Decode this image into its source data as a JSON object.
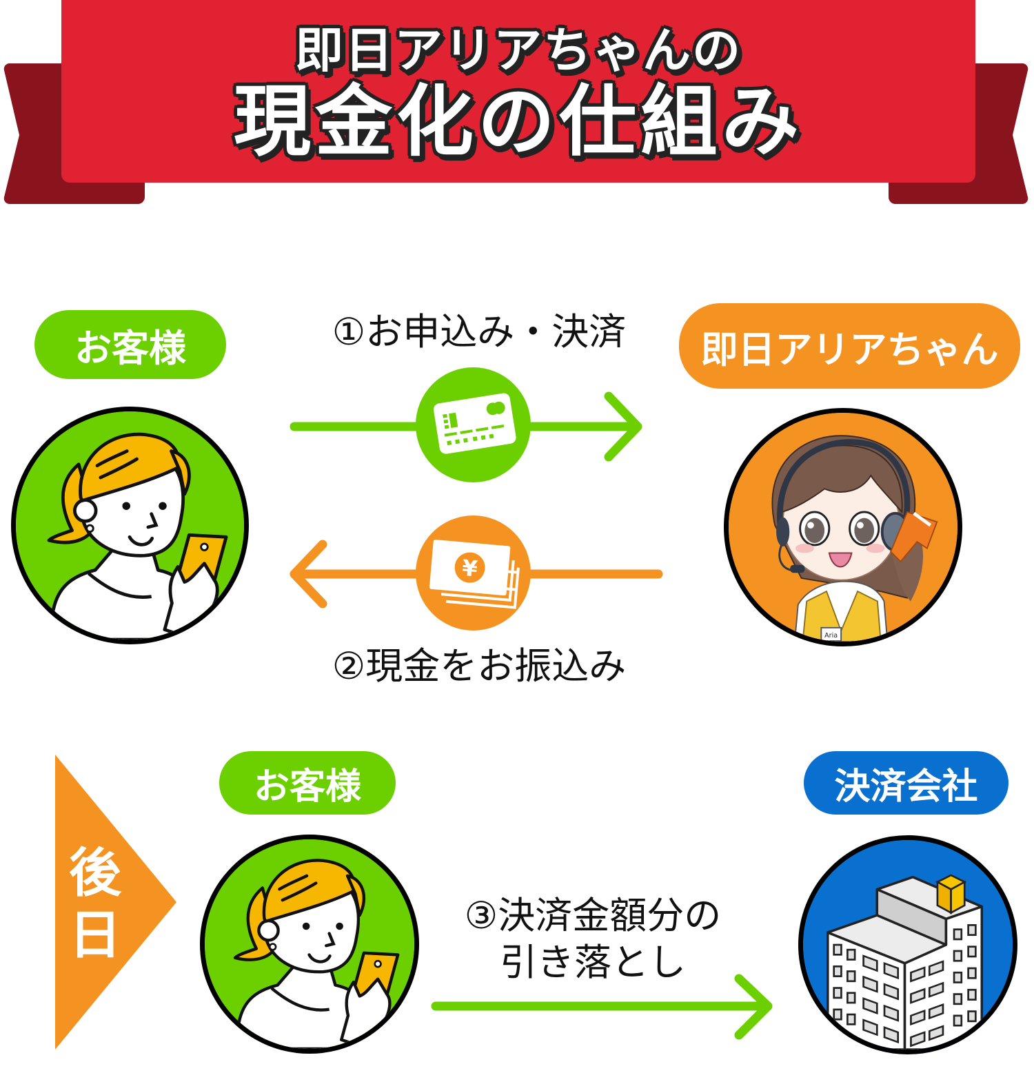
{
  "header": {
    "subtitle": "即日アリアちゃんの",
    "title": "現金化の仕組み",
    "colors": {
      "banner": "#e02232",
      "ribbon_tail": "#8a141e"
    }
  },
  "section_today": {
    "customer_label": "お客様",
    "service_label": "即日アリアちゃん",
    "step1": {
      "label": "①お申込み・決済",
      "icon": "credit-card-icon",
      "color": "#6cd000",
      "direction": "right"
    },
    "step2": {
      "label": "②現金をお振込み",
      "icon": "yen-banknotes-icon",
      "color": "#f49321",
      "direction": "left"
    },
    "service_badge_text": "Aria"
  },
  "section_later": {
    "marker_text": "後日",
    "customer_label": "お客様",
    "company_label": "決済会社",
    "step3": {
      "label_line1": "③決済金額分の",
      "label_line2": "引き落とし",
      "color": "#6cd000",
      "direction": "right"
    }
  },
  "colors": {
    "green": "#6cd000",
    "orange": "#f49321",
    "blue": "#0a70d0",
    "hair": "#f7b600"
  }
}
